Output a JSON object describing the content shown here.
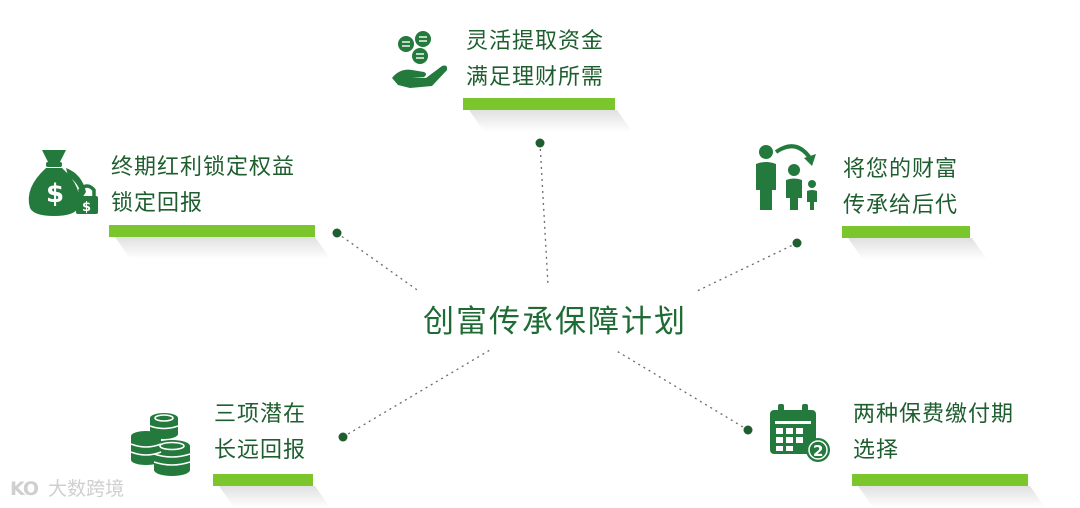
{
  "center_title": "创富传承保障计划",
  "features": [
    {
      "line1": "灵活提取资金",
      "line2": "满足理财所需",
      "icon": "hand-coins-icon"
    },
    {
      "line1": "终期红利锁定权益",
      "line2": "锁定回报",
      "icon": "money-bag-lock-icon"
    },
    {
      "line1": "将您的财富",
      "line2": "传承给后代",
      "icon": "family-inheritance-icon"
    },
    {
      "line1": "三项潜在",
      "line2": "长远回报",
      "icon": "coin-stacks-icon"
    },
    {
      "line1": "两种保费缴付期",
      "line2": "选择",
      "icon": "calendar-two-icon"
    }
  ],
  "watermark": {
    "logo": "KO",
    "text": "大数跨境"
  },
  "colors": {
    "dark_green": "#1e5e2f",
    "accent_green": "#7bc62c",
    "icon_green": "#237a3c"
  }
}
